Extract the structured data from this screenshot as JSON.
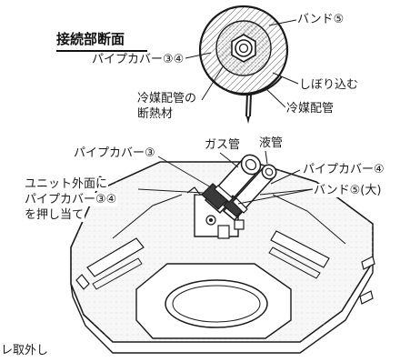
{
  "section_title": "接続部断面",
  "labels": {
    "band_top": "バンド⑤",
    "pipe_cover_34_top": "パイプカバー③④",
    "squeeze": "しぼり込む",
    "insulation_line1": "冷媒配管の",
    "insulation_line2": "断熱材",
    "refrigerant_pipe": "冷媒配管",
    "gas_pipe": "ガス管",
    "liquid_pipe": "液管",
    "pipe_cover_3": "パイプカバー③",
    "pipe_cover_4": "パイプカバー④",
    "unit_line1": "ユニット外面に",
    "unit_line2": "パイプカバー③④",
    "unit_line3": "を押し当て",
    "band_large": "バンド⑤(大)",
    "bottom_cut": "レ取外し"
  },
  "colors": {
    "ink": "#1a1a1a",
    "stipple": "#9a9a9a",
    "hatch": "#555555",
    "unit_fill": "#f7f7f7"
  }
}
